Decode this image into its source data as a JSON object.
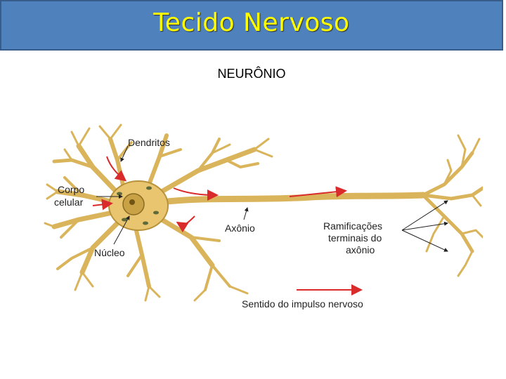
{
  "slide": {
    "title": "Tecido Nervoso",
    "subtitle": "NEURÔNIO"
  },
  "diagram": {
    "labels": {
      "dendrites": "Dendritos",
      "cell_body_line1": "Corpo",
      "cell_body_line2": "celular",
      "axon": "Axônio",
      "nucleus": "Núcleo",
      "terminals_line1": "Ramificações",
      "terminals_line2": "terminais do",
      "terminals_line3": "axônio",
      "impulse_direction": "Sentido do impulso nervoso"
    },
    "colors": {
      "neuron_fill": "#e8c56e",
      "neuron_stroke": "#b8923a",
      "nucleus": "#c9a246",
      "arrow": "#d92b2b",
      "title_bg": "#4f81bd",
      "title_text": "#ffff00"
    }
  }
}
